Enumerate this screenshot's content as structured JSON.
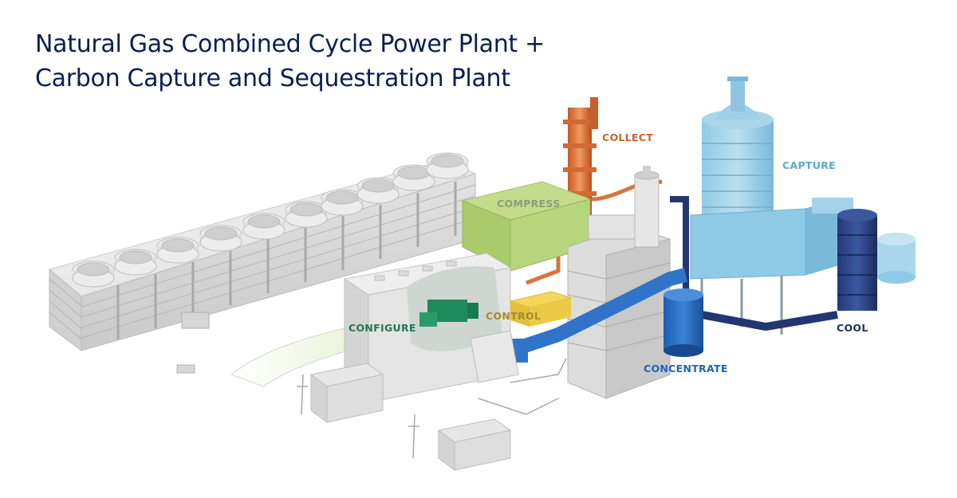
{
  "title": {
    "line1": "Natural Gas Combined Cycle Power Plant +",
    "line2": "Carbon Capture and Sequestration Plant"
  },
  "labels": {
    "collect": {
      "text": "COLLECT",
      "color": "#c8652d"
    },
    "compress": {
      "text": "COMPRESS",
      "color": "#8f9c76"
    },
    "capture": {
      "text": "CAPTURE",
      "color": "#5ba9cf"
    },
    "configure": {
      "text": "CONFIGURE",
      "color": "#1f7a55"
    },
    "control": {
      "text": "CONTROL",
      "color": "#a68a2e"
    },
    "cool": {
      "text": "COOL",
      "color": "#1d2f63"
    },
    "concentrate": {
      "text": "CONCENTRATE",
      "color": "#1f63b8"
    }
  }
}
